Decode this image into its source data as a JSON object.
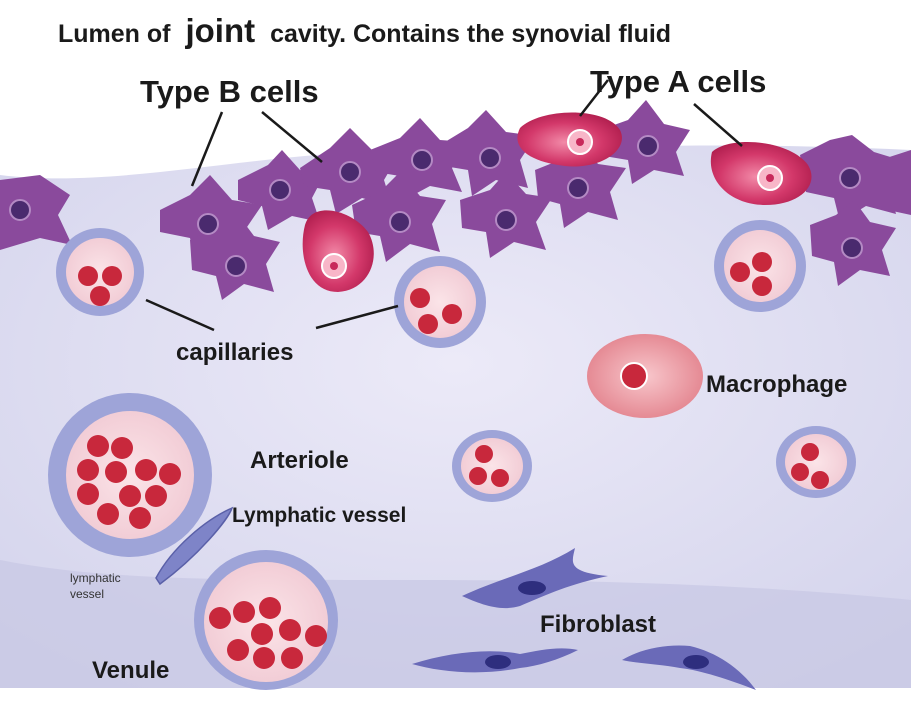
{
  "header": {
    "prefix": "Lumen of",
    "highlight": "joint",
    "suffix": "cavity. Contains the synovial fluid"
  },
  "labels": {
    "type_b": "Type B cells",
    "type_a": "Type A cells",
    "capillaries": "capillaries",
    "macrophage": "Macrophage",
    "arteriole": "Arteriole",
    "lymphatic_vessel": "Lymphatic vessel",
    "lymphatic_vessel_small": [
      "lymphatic",
      "vessel"
    ],
    "fibroblast": "Fibroblast",
    "venule": "Venule"
  },
  "colors": {
    "tissue": "#dcdcf2",
    "type_b_cell": "#8a4a9c",
    "type_b_nucleus": "#4a2a6e",
    "type_a_cell": "#c8285a",
    "vessel_wall": "#9ea4d8",
    "vessel_lumen": "#f4d6dc",
    "rbc": "#c8283c",
    "fibroblast": "#6a6ab8",
    "macrophage": "#e58a94"
  }
}
